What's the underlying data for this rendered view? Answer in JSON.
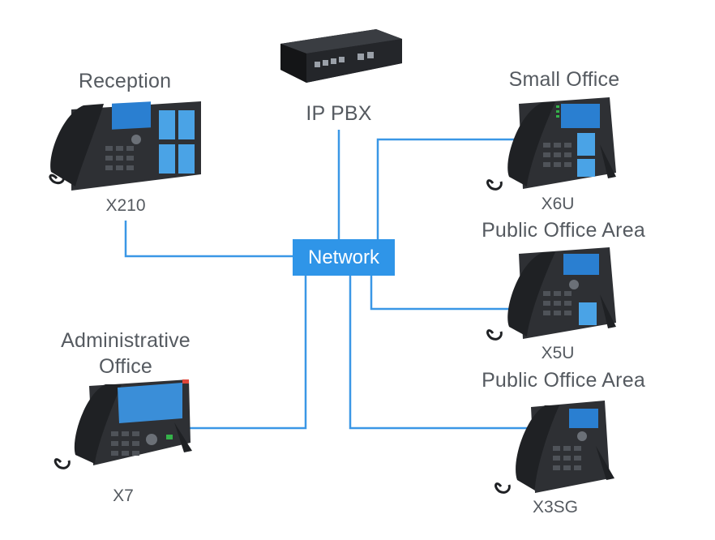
{
  "diagram": {
    "hub": {
      "label": "Network"
    },
    "server": {
      "label": "IP PBX"
    },
    "nodes": {
      "reception": {
        "area": "Reception",
        "model": "X210"
      },
      "small_office": {
        "area": "Small Office",
        "model": "X6U"
      },
      "public_office_1": {
        "area": "Public Office Area",
        "model": "X5U"
      },
      "admin_office": {
        "area_line1": "Administrative",
        "area_line2": "Office",
        "model": "X7"
      },
      "public_office_2": {
        "area": "Public Office Area",
        "model": "X3SG"
      }
    }
  },
  "colors": {
    "link": "#3a97e6",
    "hub_fill": "#2f95e8",
    "text": "#555a60",
    "device_body": "#2e3034"
  }
}
